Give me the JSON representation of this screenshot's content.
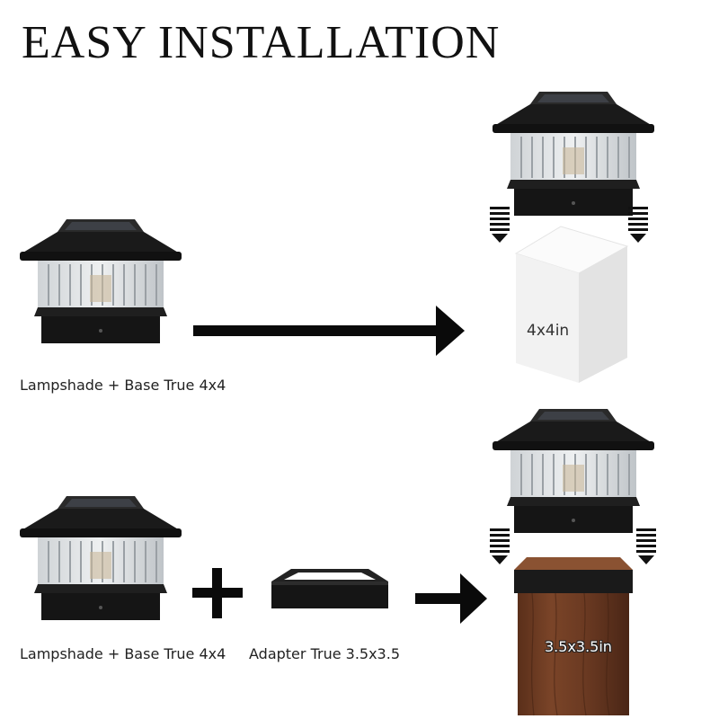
{
  "title": "EASY INSTALLATION",
  "row1": {
    "caption": "Lampshade + Base True 4x4",
    "post_label": "4x4in"
  },
  "row2": {
    "caption_lamp": "Lampshade + Base True 4x4",
    "caption_adapter": "Adapter True 3.5x3.5",
    "post_label": "3.5x3.5in"
  },
  "icons": [
    "solar-post-light-icon",
    "arrow-right-icon",
    "plus-icon",
    "adapter-ring-icon",
    "down-chevrons-icon",
    "white-post-icon",
    "wood-post-icon"
  ],
  "colors": {
    "lamp_black": "#1a1a1a",
    "wood": "#6b3a22",
    "post_white": "#f4f4f4",
    "arrow": "#0a0a0a"
  }
}
